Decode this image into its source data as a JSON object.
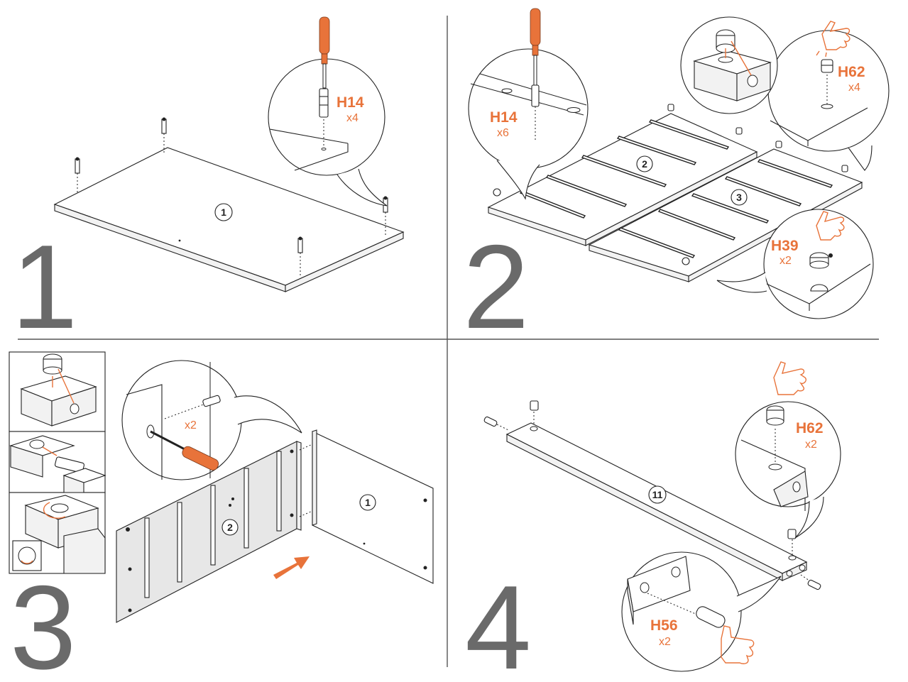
{
  "steps": [
    {
      "number": "1",
      "badges": [
        "1"
      ],
      "parts": [
        {
          "code": "H14",
          "qty": "x4"
        }
      ]
    },
    {
      "number": "2",
      "badges": [
        "2",
        "3"
      ],
      "parts": [
        {
          "code": "H14",
          "qty": "x6"
        },
        {
          "code": "H62",
          "qty": "x4"
        },
        {
          "code": "H39",
          "qty": "x2"
        }
      ]
    },
    {
      "number": "3",
      "badges": [
        "2",
        "1"
      ],
      "parts": [
        {
          "qty": "x2"
        }
      ]
    },
    {
      "number": "4",
      "badges": [
        "11"
      ],
      "parts": [
        {
          "code": "H62",
          "qty": "x2"
        },
        {
          "code": "H56",
          "qty": "x2"
        }
      ]
    }
  ],
  "colors": {
    "accent": "#e8733a",
    "line": "#222222",
    "step_number": "#6a6a6a",
    "divider": "#555555"
  },
  "icons": [
    "screwdriver-icon",
    "hand-press-icon",
    "cam-lock-icon",
    "dowel-icon",
    "arrow-icon"
  ]
}
